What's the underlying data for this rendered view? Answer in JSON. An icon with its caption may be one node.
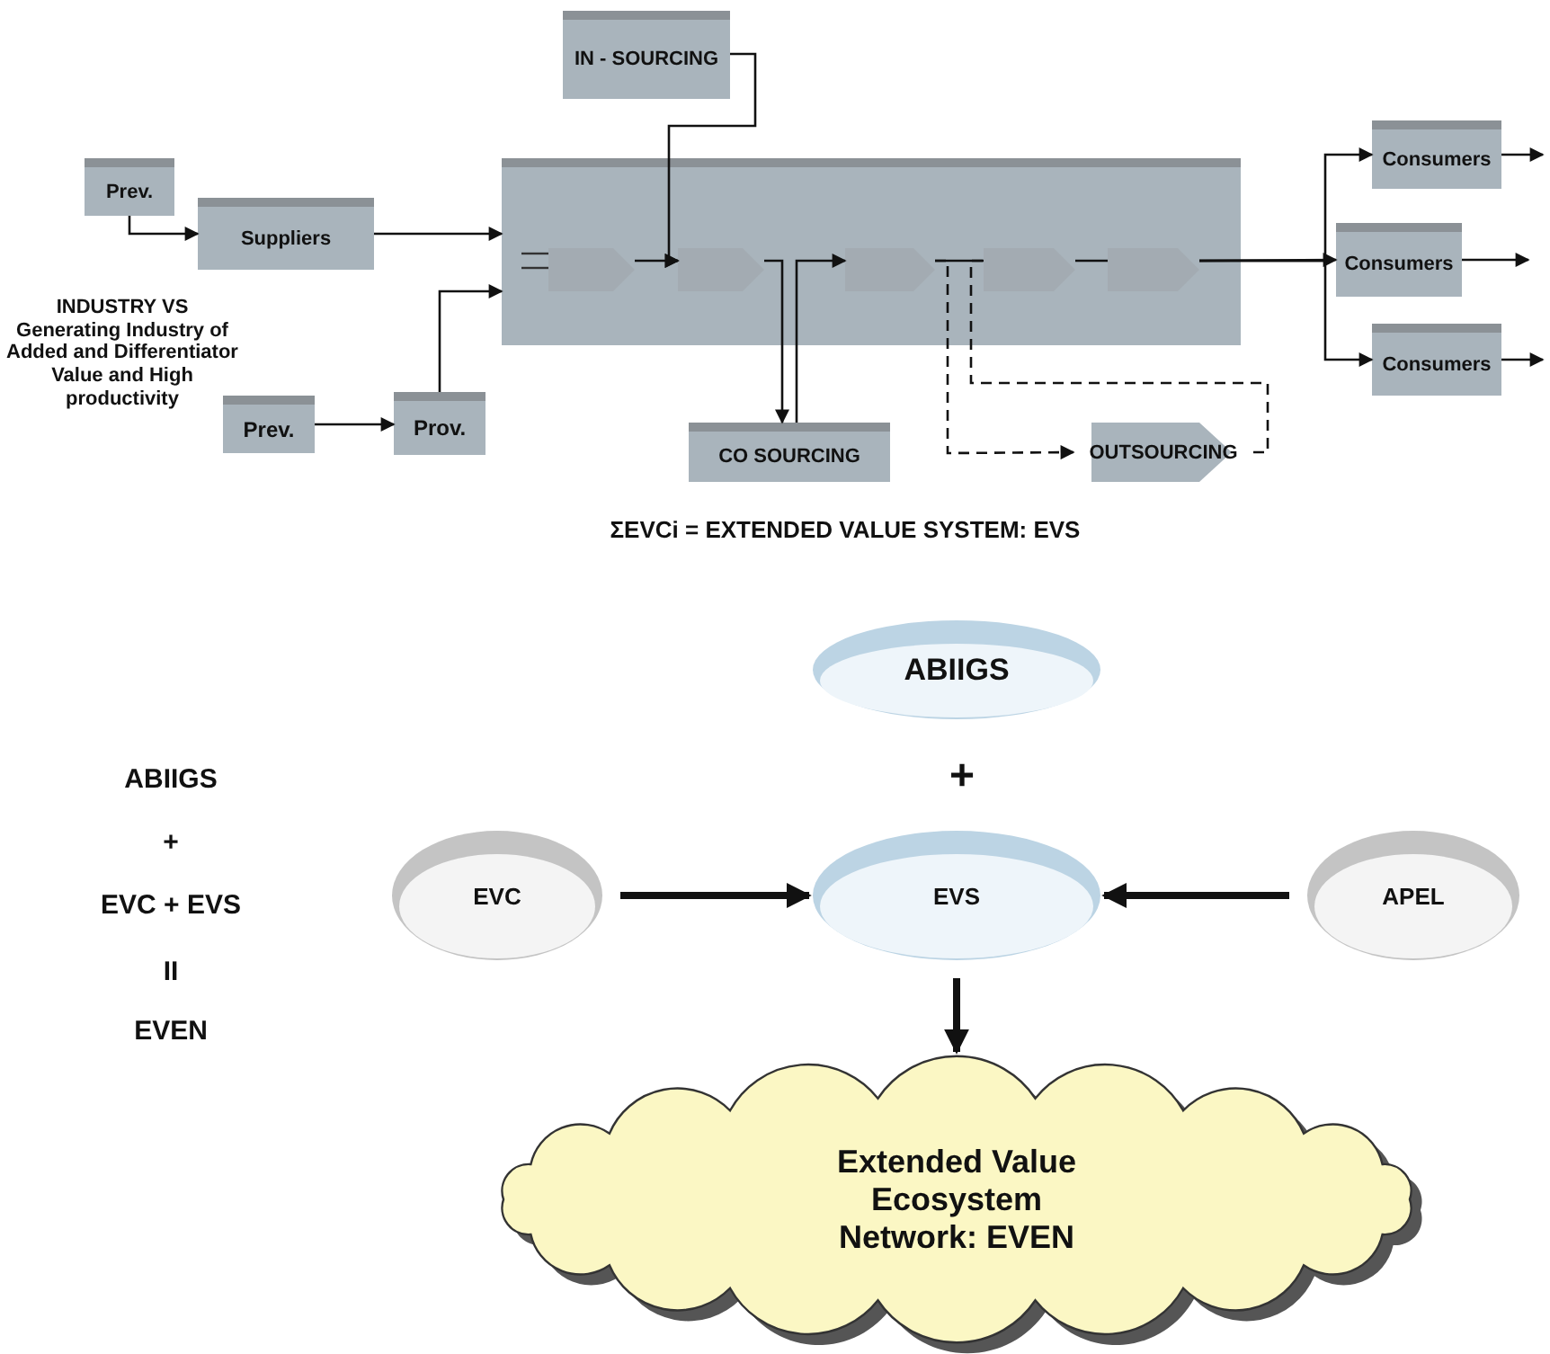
{
  "diagram": {
    "nodes": [
      {
        "text": [
          "Prev."
        ]
      },
      {
        "text": [
          "Suppliers"
        ]
      },
      {
        "text": [
          "IN - SOURCING"
        ]
      },
      {
        "text": [],
        "shape": "box"
      },
      {
        "text": [],
        "shape": "pentagon",
        "in": 3
      },
      {
        "text": [],
        "shape": "pentagon",
        "in": 3
      },
      {
        "text": [],
        "shape": "pentagon",
        "in": 3
      },
      {
        "text": [],
        "shape": "pentagon",
        "in": 3
      },
      {
        "text": [],
        "shape": "pentagon",
        "in": 3
      },
      {
        "text": [
          "Prev."
        ]
      },
      {
        "text": [
          "Prov."
        ]
      },
      {
        "text": [
          "CO SOURCING"
        ]
      },
      {
        "text": [
          "OUTSOURCING"
        ]
      },
      {
        "text": [
          "Consumers"
        ]
      },
      {
        "text": [
          "Consumers"
        ]
      },
      {
        "text": [
          "Consumers"
        ]
      },
      {
        "text": [
          "ABIIGS"
        ]
      },
      {
        "text": [
          "EVC"
        ]
      },
      {
        "text": [
          "EVS"
        ]
      },
      {
        "text": [
          "APEL"
        ]
      },
      {
        "text": [
          "Extended Value Ecosystem Network: EVEN"
        ]
      }
    ],
    "edges": [
      {
        "from": 0,
        "to": 1,
        "arrow": "to"
      },
      {
        "from": 1,
        "to": 3,
        "arrow": "to"
      },
      {
        "from": 9,
        "to": 10,
        "arrow": "to"
      },
      {
        "from": 10,
        "to": 3,
        "arrow": "to"
      },
      {
        "from": 2,
        "to": 5,
        "arrow": "to"
      },
      {
        "from": 4,
        "to": 5,
        "arrow": "to"
      },
      {
        "from": 5,
        "to": 11,
        "arrow": "to"
      },
      {
        "from": 11,
        "to": 6,
        "arrow": "to"
      },
      {
        "from": 6,
        "to": 7,
        "arrow": "none"
      },
      {
        "from": 6,
        "to": 12,
        "arrow": "to",
        "style": "dashed"
      },
      {
        "from": 12,
        "to": 7,
        "arrow": "none",
        "style": "dashed"
      },
      {
        "from": 7,
        "to": 8,
        "arrow": "none"
      },
      {
        "from": 8,
        "to": 13,
        "arrow": "to"
      },
      {
        "from": 8,
        "to": 14,
        "arrow": "to"
      },
      {
        "from": 8,
        "to": 15,
        "arrow": "to"
      },
      {
        "from": 13,
        "to": null,
        "arrow": "to"
      },
      {
        "from": 14,
        "to": null,
        "arrow": "to"
      },
      {
        "from": 15,
        "to": null,
        "arrow": "to"
      },
      {
        "from": 17,
        "to": 18,
        "arrow": "to",
        "style": "thick"
      },
      {
        "from": 19,
        "to": 18,
        "arrow": "to",
        "style": "thick"
      },
      {
        "from": 18,
        "to": 20,
        "arrow": "to",
        "style": "thick"
      }
    ],
    "labels": [
      "INDUSTRY VS Generating Industry of Added and Differentiator Value and High productivity",
      "ΣEVCi = EXTENDED VALUE SYSTEM: EVS",
      "+",
      "ABIIGS",
      "+",
      "EVC + EVS",
      "II",
      "EVEN"
    ]
  }
}
